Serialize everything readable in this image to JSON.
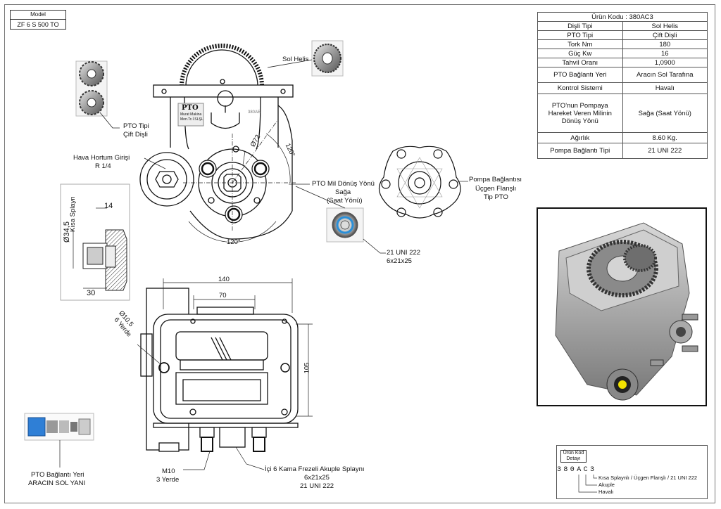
{
  "model": {
    "title": "Model",
    "value": "ZF 6 S 500 TO"
  },
  "spec_table": {
    "header": "Ürün Kodu : 380AC3",
    "rows": [
      {
        "key": "Dişli Tipi",
        "value": "Sol Helis"
      },
      {
        "key": "PTO Tipi",
        "value": "Çift Dişli"
      },
      {
        "key": "Tork Nm",
        "value": "180"
      },
      {
        "key": "Güç Kw",
        "value": "16"
      },
      {
        "key": "Tahvil Oranı",
        "value": "1,0900"
      },
      {
        "key": "PTO Bağlantı Yeri",
        "value": "Aracın Sol Tarafına"
      },
      {
        "key": "Kontrol Sistemi",
        "value": "Havalı"
      },
      {
        "key": "PTO'nun Pompaya Hareket Veren Milinin Dönüş Yönü",
        "value": "Sağa (Saat Yönü)"
      },
      {
        "key": "Ağırlık",
        "value": "8.60 Kg."
      },
      {
        "key": "Pompa Bağlantı Tipi",
        "value": "21 UNI 222"
      }
    ]
  },
  "labels": {
    "sol_helis": "Sol Helis",
    "pto_tipi_1": "PTO Tipi",
    "pto_tipi_2": "Çift Dişli",
    "hava_hortum_1": "Hava Hortum Girişi",
    "hava_hortum_2": "R 1/4",
    "pto_mil_1": "PTO Mil Dönüş Yönü",
    "pto_mil_2": "Sağa",
    "pto_mil_3": "(Saat Yönü)",
    "pompa_1": "Pompa Bağlantısı",
    "pompa_2": "Üçgen Flanşlı",
    "pompa_3": "Tip PTO",
    "uni_1": "21 UNI 222",
    "uni_2": "6x21x25",
    "kama_1": "İçi 6 Kama Frezeli Akuple Splaynı",
    "kama_2": "6x21x25",
    "kama_3": "21 UNI 222",
    "m10_1": "M10",
    "m10_2": "3 Yerde",
    "bag_yeri_1": "PTO Bağlantı Yeri",
    "bag_yeri_2": "ARACIN SOL YANI",
    "part_mark": "380AE",
    "logo_1": "PTO",
    "logo_2": "Murat Makina",
    "logo_3": "Mon.Tc.İ.SLŞL"
  },
  "dimensions": {
    "dia72": "Ø72",
    "angle120_right": "120°",
    "angle120_bottom": "120°",
    "kisa_splayn": "Kısa Splayn",
    "dia34_5": "Ø34,5",
    "d14": "14",
    "d30": "30",
    "d140": "140",
    "d70": "70",
    "d105": "105",
    "dia10_5": "Ø10,5",
    "yerde6": "6 Yerde"
  },
  "code_legend": {
    "title": "Ürün Kod Detayı",
    "chars": "380AC3",
    "desc_1": "Kısa Splaynlı / Üçgen Flanşlı / 21 UNI 222",
    "desc_2": "Akuple",
    "desc_3": "Havalı"
  }
}
